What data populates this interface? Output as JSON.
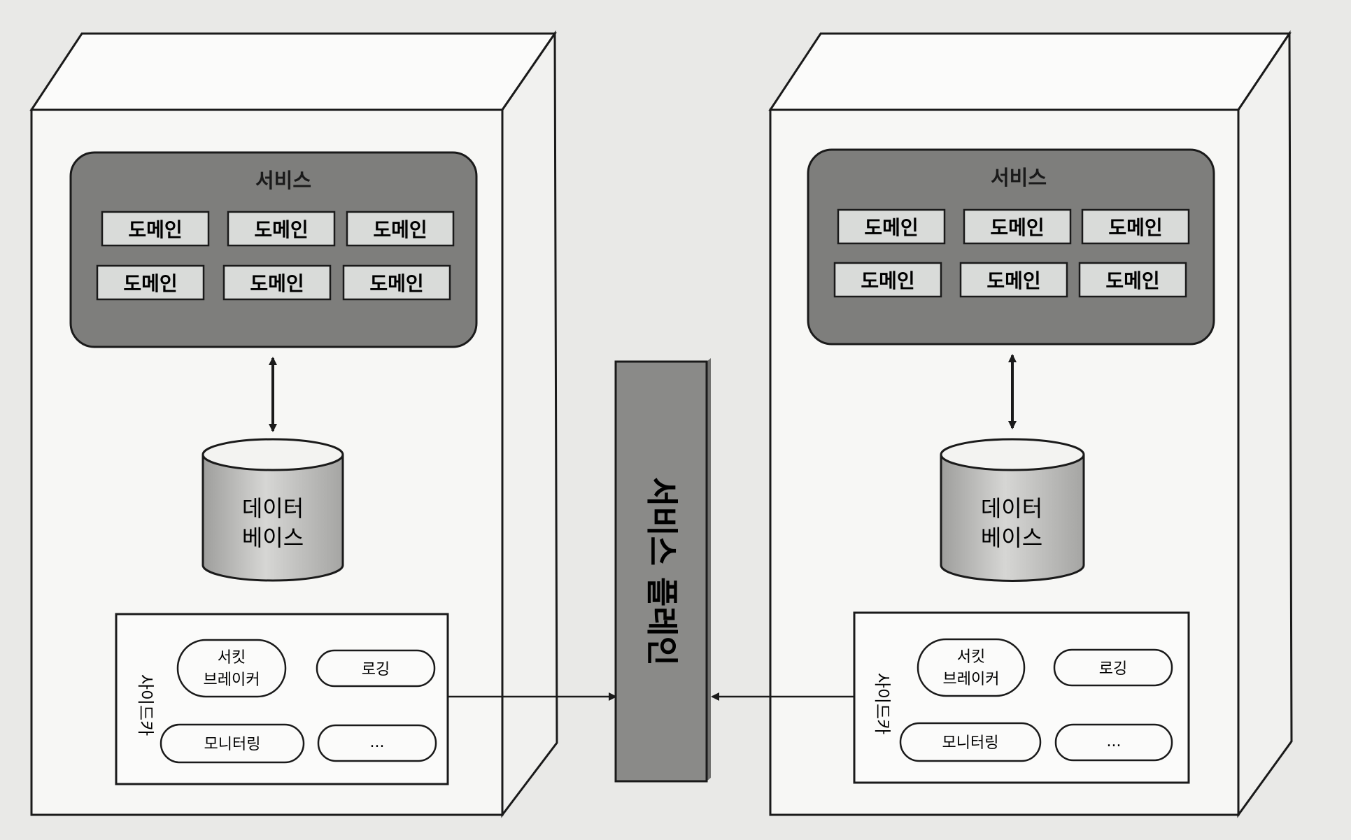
{
  "left_node": {
    "service": {
      "title": "서비스",
      "domains": [
        "도메인",
        "도메인",
        "도메인",
        "도메인",
        "도메인",
        "도메인"
      ]
    },
    "database": {
      "line1": "데이터",
      "line2": "베이스"
    },
    "sidecar": {
      "label": "사이드카",
      "items": [
        {
          "line1": "서킷",
          "line2": "브레이커"
        },
        {
          "line1": "로깅",
          "line2": ""
        },
        {
          "line1": "모니터링",
          "line2": ""
        },
        {
          "line1": "...",
          "line2": ""
        }
      ]
    }
  },
  "right_node": {
    "service": {
      "title": "서비스",
      "domains": [
        "도메인",
        "도메인",
        "도메인",
        "도메인",
        "도메인",
        "도메인"
      ]
    },
    "database": {
      "line1": "데이터",
      "line2": "베이스"
    },
    "sidecar": {
      "label": "사이드카",
      "items": [
        {
          "line1": "서킷",
          "line2": "브레이커"
        },
        {
          "line1": "로깅",
          "line2": ""
        },
        {
          "line1": "모니터링",
          "line2": ""
        },
        {
          "line1": "...",
          "line2": ""
        }
      ]
    }
  },
  "service_plane": {
    "label": "서비스 플레인"
  },
  "colors": {
    "background": "#e9e9e7",
    "box_face": "#f7f7f5",
    "service_fill": "#7e7e7c",
    "domain_fill": "#d9dbd9",
    "plane_fill": "#8a8a88",
    "cylinder_fill": "#bdbdbb",
    "stroke": "#1a1a1a"
  }
}
